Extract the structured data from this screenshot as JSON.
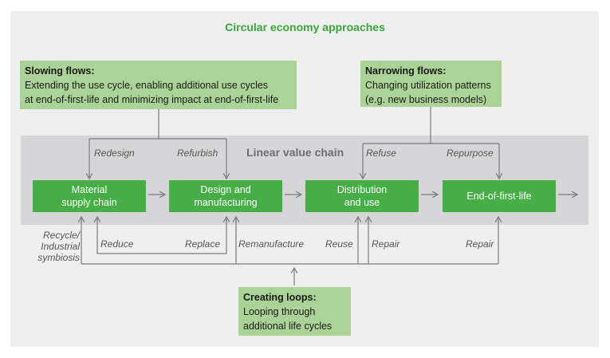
{
  "title": "Circular economy approaches",
  "band_title": "Linear value chain",
  "slowing": {
    "heading": "Slowing flows:",
    "line1": "Extending the use cycle, enabling additional use cycles",
    "line2": "at end-of-first-life and minimizing impact at end-of-first-life"
  },
  "narrowing": {
    "heading": "Narrowing flows:",
    "line1": "Changing utilization patterns",
    "line2": "(e.g. new business models)"
  },
  "loops": {
    "heading": "Creating loops:",
    "line1": "Looping through",
    "line2": "additional life cycles"
  },
  "stages": {
    "material": {
      "line1": "Material",
      "line2": "supply chain"
    },
    "design": {
      "line1": "Design and",
      "line2": "manufacturing"
    },
    "distribution": {
      "line1": "Distribution",
      "line2": "and use"
    },
    "eol": {
      "line1": "End-of-first-life"
    }
  },
  "labels": {
    "redesign": "Redesign",
    "refurbish": "Refurbish",
    "refuse": "Refuse",
    "repurpose": "Repurpose",
    "recycle_1": "Recycle/",
    "recycle_2": "Industrial",
    "recycle_3": "symbiosis",
    "reduce": "Reduce",
    "replace": "Replace",
    "remanufacture": "Remanufacture",
    "reuse": "Reuse",
    "repair_1": "Repair",
    "repair_2": "Repair"
  },
  "colors": {
    "stage_green": "#47ad47",
    "note_green": "#acd397",
    "title_green": "#3aa63a",
    "band_grey": "#d6d6d8",
    "wire_grey": "#7a7a7f"
  }
}
